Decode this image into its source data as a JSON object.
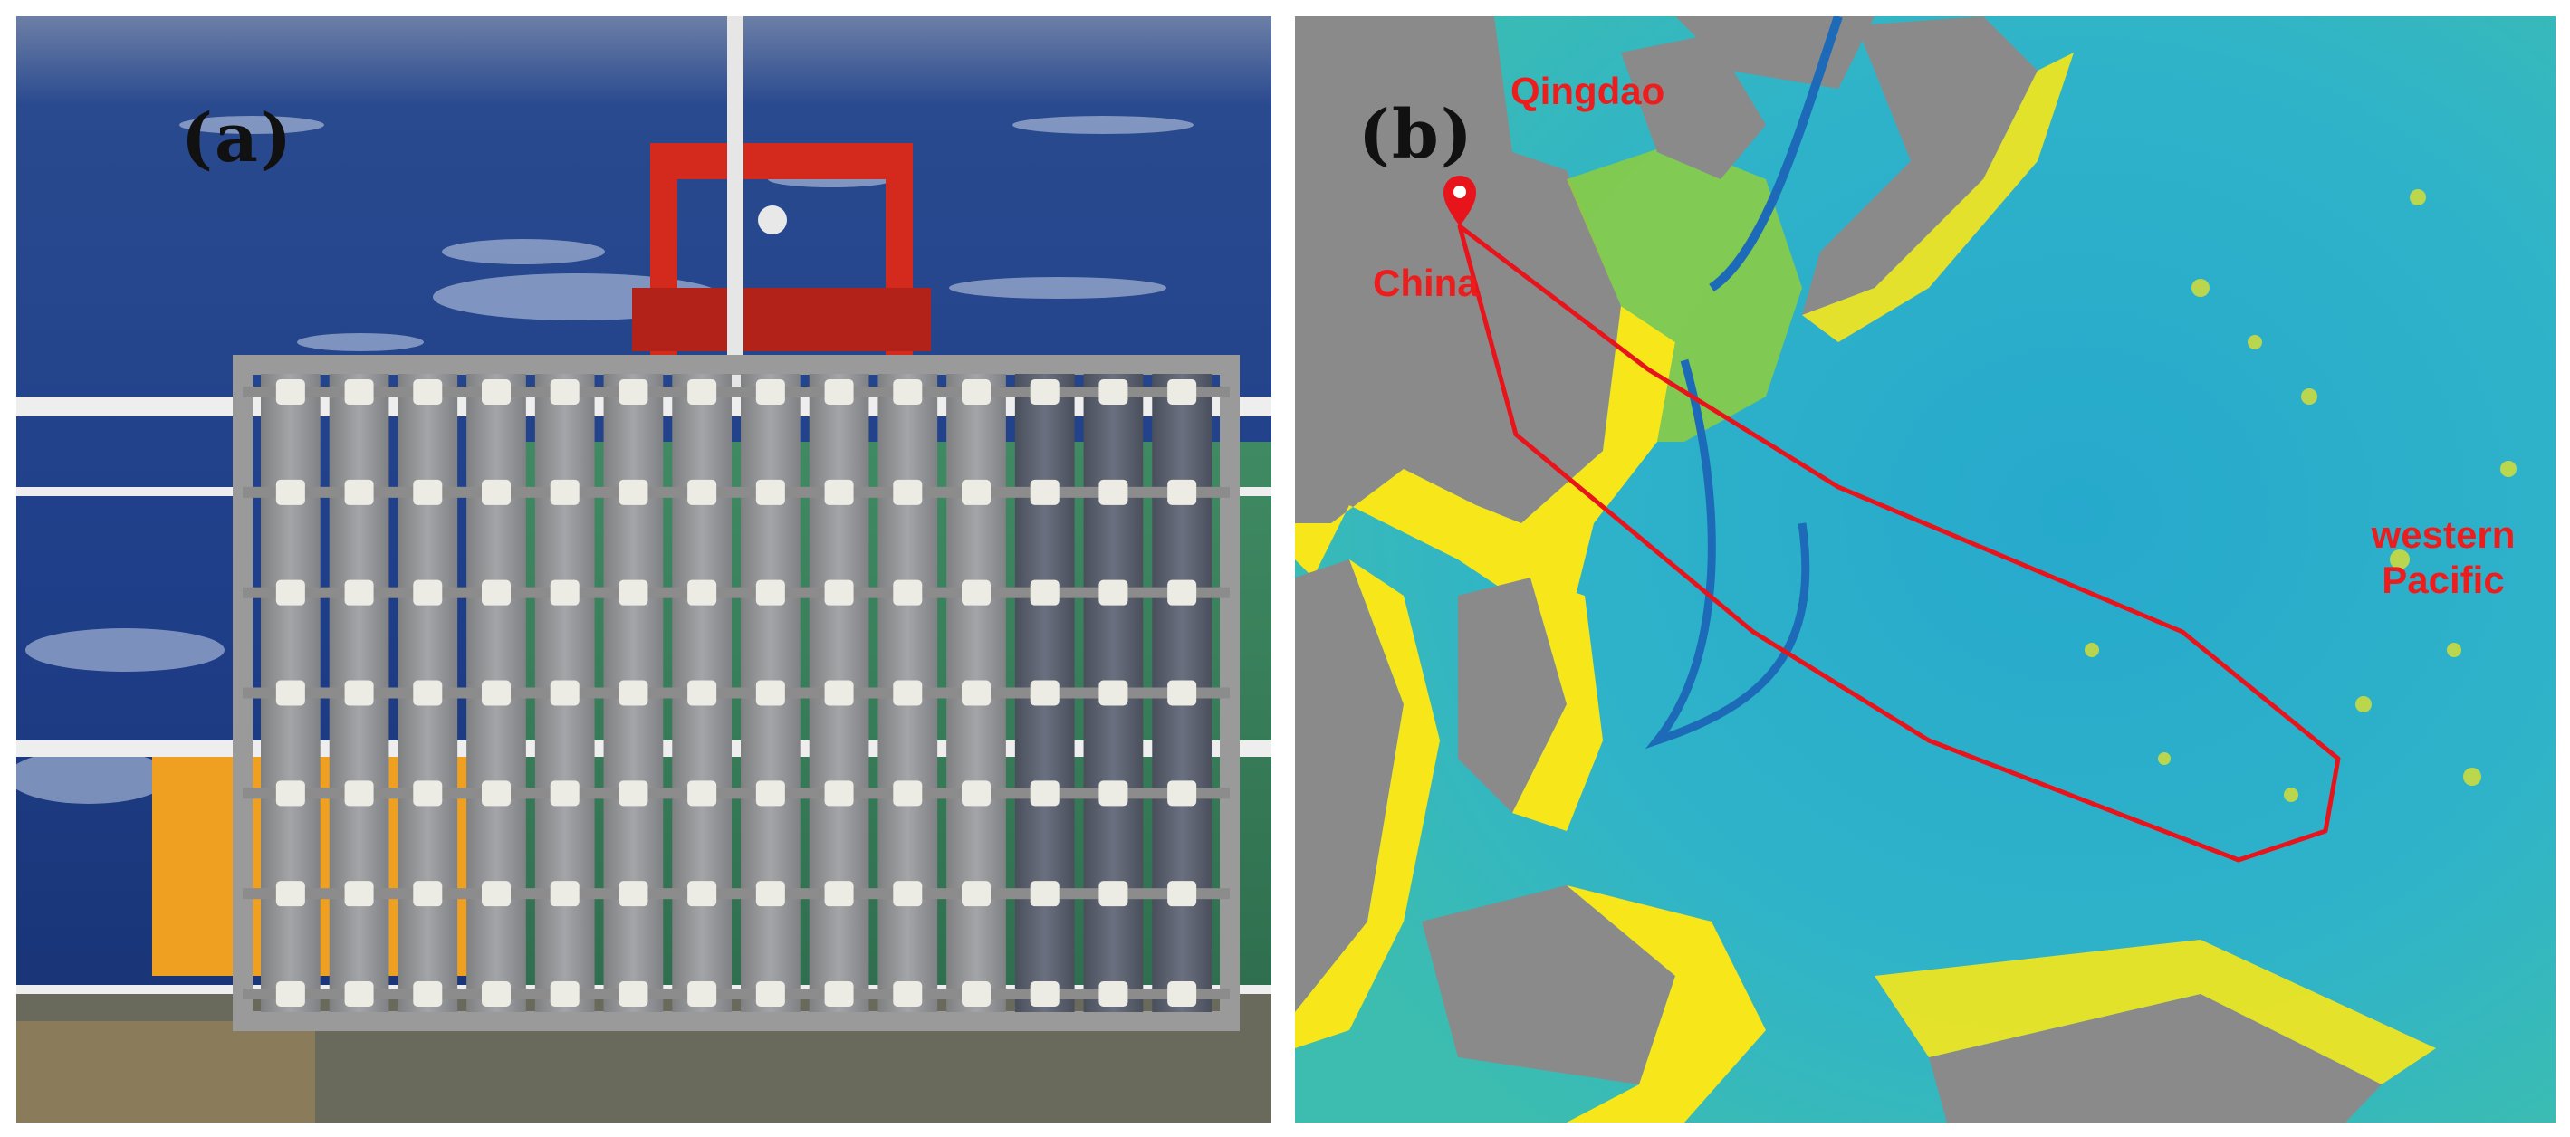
{
  "panel_a": {
    "label": "(a)"
  },
  "panel_b": {
    "label": "(b)",
    "places": {
      "qingdao": "Qingdao",
      "china": "China",
      "pacific_line1": "western",
      "pacific_line2": "Pacific"
    }
  },
  "colors": {
    "ocean_deep": "#1d6bb8",
    "ocean_mid": "#2fb3c9",
    "shelf": "#8fce3e",
    "coast": "#f7e71a",
    "land": "#8a8a8a",
    "route": "#e8141c",
    "sea_photo": "#1f3f8a",
    "frame_red": "#d42a1e"
  },
  "icons": [
    "map-pin-icon"
  ]
}
